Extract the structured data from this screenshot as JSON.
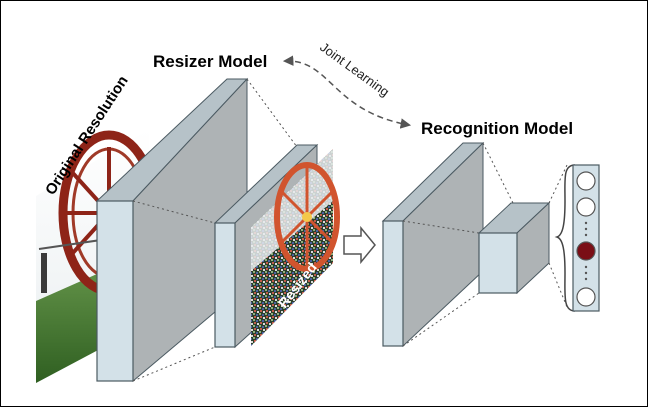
{
  "diagram": {
    "resizer_label": "Resizer Model",
    "recognition_label": "Recognition Model",
    "joint_label": "Joint Learning",
    "original_label": "Original Resolution",
    "resized_label": "Resized"
  },
  "output_vector": {
    "nodes": 4,
    "active_index": 2
  },
  "colors": {
    "front": "#d3e1e8",
    "side": "#aeb3b5",
    "top": "#b6c2c8",
    "active_node": "#7a0e16",
    "wheel": "#8e2418",
    "grass": "#3f7a2a",
    "stroke": "#4b5a62"
  }
}
